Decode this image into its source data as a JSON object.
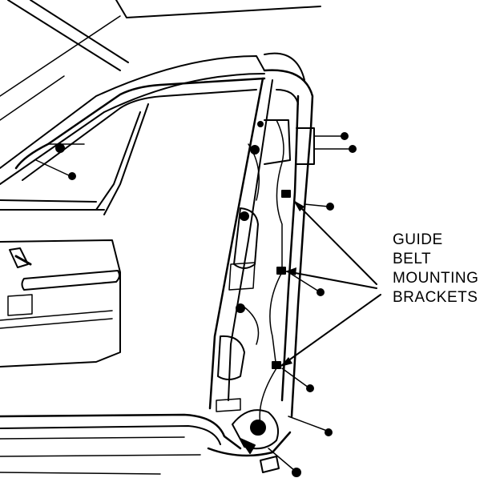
{
  "callout": {
    "lines": [
      "GUIDE",
      "BELT",
      "MOUNTING",
      "BRACKETS"
    ]
  },
  "colors": {
    "ink": "#000000",
    "paper": "#ffffff"
  }
}
